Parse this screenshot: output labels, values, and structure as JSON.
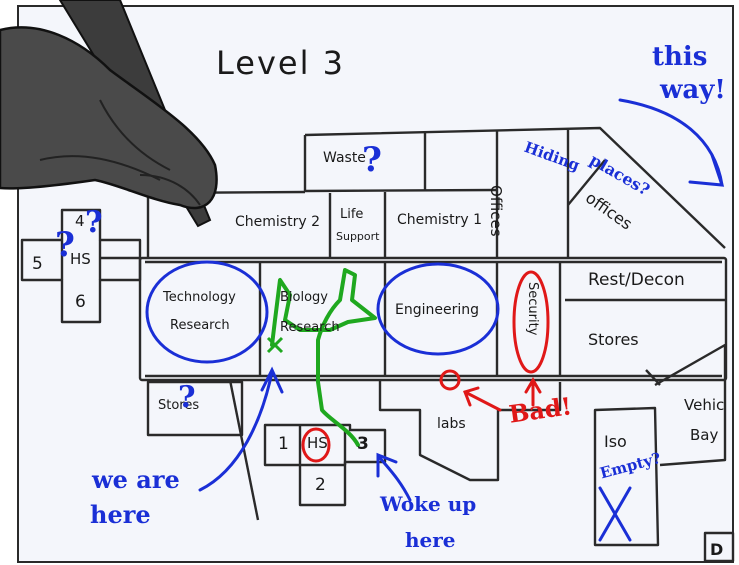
{
  "map": {
    "title": "Level 3",
    "rooms": {
      "waste": "Waste",
      "offices_top": "Offices",
      "offices_right": "offices",
      "chemistry_2": "Chemistry 2",
      "life_support_1": "Life",
      "life_support_2": "Support",
      "chemistry_1": "Chemistry 1",
      "technology_research_1": "Technology",
      "technology_research_2": "Research",
      "biology_research_1": "Biology",
      "biology_research_2": "Research",
      "engineering": "Engineering",
      "security": "Security",
      "rest_decon": "Rest/Decon",
      "stores_right": "Stores",
      "stores_left": "Stores",
      "labs": "labs",
      "iso": "Iso",
      "vehicle_bay_1": "Vehic",
      "vehicle_bay_2": "Bay",
      "hub_left_hs": "HS",
      "hub_left_4": "4",
      "hub_left_5": "5",
      "hub_left_6": "6",
      "hub_bottom_hs": "HS",
      "hub_bottom_1": "1",
      "hub_bottom_2": "2",
      "hub_bottom_3": "3",
      "corner_mark": "D"
    },
    "annotations": {
      "this_way_1": "this",
      "this_way_2": "way!",
      "hiding_places_1": "Hiding",
      "hiding_places_2": "places?",
      "we_are_here_1": "we are",
      "we_are_here_2": "here",
      "woke_up_here_1": "Woke up",
      "woke_up_here_2": "here",
      "bad": "Bad!",
      "empty": "Empty?"
    }
  },
  "colors": {
    "ink": "#1a1a1a",
    "blue_marker": "#1a2fd6",
    "red_marker": "#e01818",
    "green_marker": "#1fa81f",
    "hand": "#4a4a4a",
    "paper": "#f4f6fb"
  }
}
